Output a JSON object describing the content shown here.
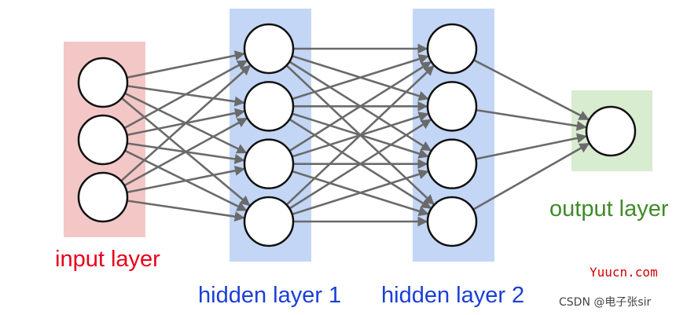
{
  "layers": [
    {
      "key": "input",
      "label": "input layer",
      "nodes": 3,
      "label_color": "#e8001a",
      "band_color": "#f4c7c7"
    },
    {
      "key": "hidden1",
      "label": "hidden layer 1",
      "nodes": 4,
      "label_color": "#1b3fd6",
      "band_color": "#c3d6f5"
    },
    {
      "key": "hidden2",
      "label": "hidden layer 2",
      "nodes": 4,
      "label_color": "#1b3fd6",
      "band_color": "#c3d6f5"
    },
    {
      "key": "output",
      "label": "output layer",
      "nodes": 1,
      "label_color": "#3f8a2a",
      "band_color": "#d8ecd0"
    }
  ],
  "colors": {
    "edge": "#6a6a6a",
    "node_stroke": "#111111",
    "node_fill": "#ffffff"
  },
  "watermark": {
    "brand": "Yuucn.com",
    "brand_color": "#d40000",
    "author": "CSDN @电子张sir",
    "author_color": "#444444"
  }
}
